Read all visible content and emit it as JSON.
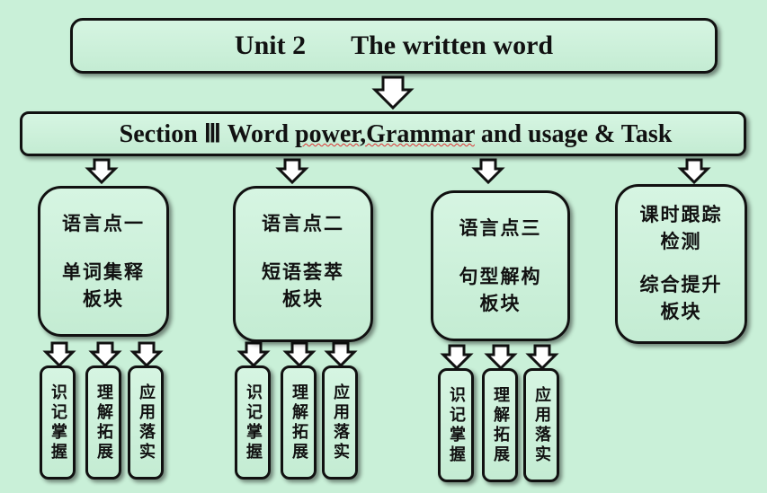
{
  "title": {
    "unit": "Unit 2",
    "name": "The written word"
  },
  "section": {
    "prefix": "Section Ⅲ Word ",
    "underlined": "power,Grammar",
    "suffix": " and usage & Task"
  },
  "cards": [
    {
      "heading": "语言点一",
      "body": "单词集释板块"
    },
    {
      "heading": "语言点二",
      "body": "短语荟萃板块"
    },
    {
      "heading": "语言点三",
      "body": "句型解构板块"
    },
    {
      "heading": "课时跟踪检测",
      "body": "综合提升板块"
    }
  ],
  "sub_items": [
    "识记掌握",
    "理解拓展",
    "应用落实"
  ]
}
